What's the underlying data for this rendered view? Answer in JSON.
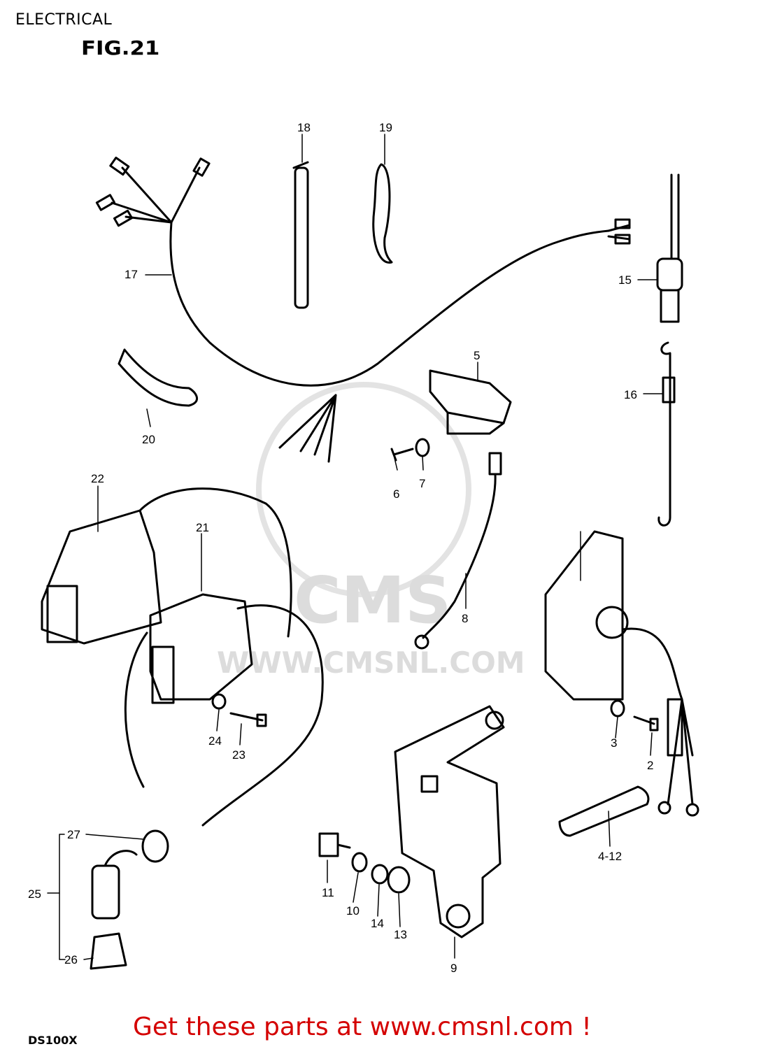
{
  "header": {
    "section_title": "ELECTRICAL",
    "figure_label": "FIG.21"
  },
  "watermark": {
    "brand": "CMS",
    "site": "WWW.CMSNL.COM"
  },
  "parts": [
    {
      "id": "p1",
      "label": "2"
    },
    {
      "id": "p2",
      "label": "3"
    },
    {
      "id": "p3",
      "label": "4-12"
    },
    {
      "id": "p4",
      "label": "5"
    },
    {
      "id": "p5",
      "label": "6"
    },
    {
      "id": "p6",
      "label": "7"
    },
    {
      "id": "p7",
      "label": "8"
    },
    {
      "id": "p8",
      "label": "9"
    },
    {
      "id": "p9",
      "label": "10"
    },
    {
      "id": "p10",
      "label": "11"
    },
    {
      "id": "p11",
      "label": "13"
    },
    {
      "id": "p12",
      "label": "14"
    },
    {
      "id": "p13",
      "label": "15"
    },
    {
      "id": "p14",
      "label": "16"
    },
    {
      "id": "p15",
      "label": "17"
    },
    {
      "id": "p16",
      "label": "18"
    },
    {
      "id": "p17",
      "label": "19"
    },
    {
      "id": "p18",
      "label": "20"
    },
    {
      "id": "p19",
      "label": "21"
    },
    {
      "id": "p20",
      "label": "22"
    },
    {
      "id": "p21",
      "label": "23"
    },
    {
      "id": "p22",
      "label": "24"
    },
    {
      "id": "p23",
      "label": "25"
    },
    {
      "id": "p24",
      "label": "26"
    },
    {
      "id": "p25",
      "label": "27"
    }
  ],
  "footer": {
    "model_code": "DS100X",
    "ad_text": "Get these parts at www.cmsnl.com !",
    "ad_color": "#d40000"
  }
}
